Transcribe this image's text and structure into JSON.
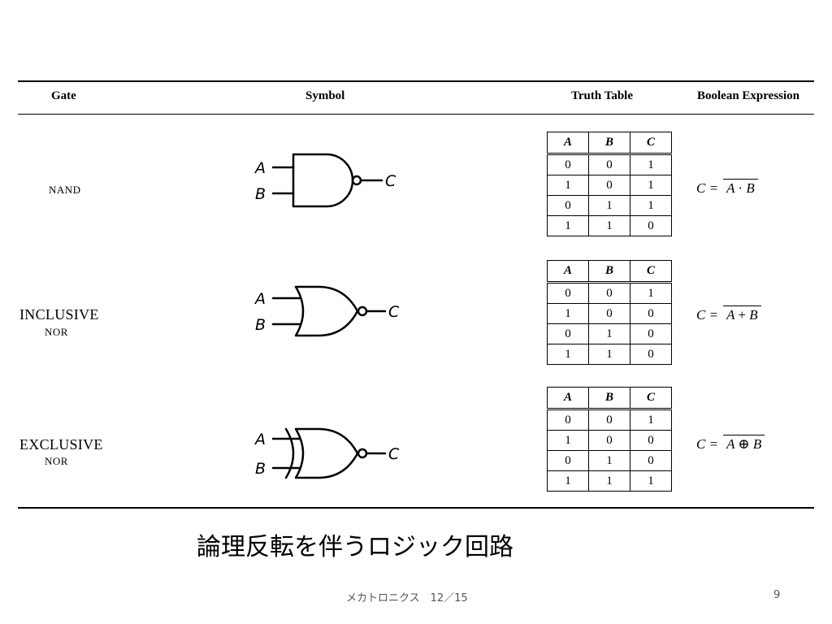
{
  "header": {
    "gate": "Gate",
    "symbol": "Symbol",
    "truth_table": "Truth Table",
    "boolean": "Boolean Expression"
  },
  "table_columns": [
    "A",
    "B",
    "C"
  ],
  "rows": [
    {
      "name_line1": "NAND",
      "name_line2": "",
      "input_a": "A",
      "input_b": "B",
      "output": "C",
      "truth": [
        [
          "0",
          "0",
          "1"
        ],
        [
          "1",
          "0",
          "1"
        ],
        [
          "0",
          "1",
          "1"
        ],
        [
          "1",
          "1",
          "0"
        ]
      ],
      "expr_lhs": "C =",
      "expr_op1": "A",
      "expr_sym": "·",
      "expr_op2": "B"
    },
    {
      "name_line1": "INCLUSIVE",
      "name_line2": "NOR",
      "input_a": "A",
      "input_b": "B",
      "output": "C",
      "truth": [
        [
          "0",
          "0",
          "1"
        ],
        [
          "1",
          "0",
          "0"
        ],
        [
          "0",
          "1",
          "0"
        ],
        [
          "1",
          "1",
          "0"
        ]
      ],
      "expr_lhs": "C =",
      "expr_op1": "A",
      "expr_sym": "+",
      "expr_op2": "B"
    },
    {
      "name_line1": "EXCLUSIVE",
      "name_line2": "NOR",
      "input_a": "A",
      "input_b": "B",
      "output": "C",
      "truth": [
        [
          "0",
          "0",
          "1"
        ],
        [
          "1",
          "0",
          "0"
        ],
        [
          "0",
          "1",
          "0"
        ],
        [
          "1",
          "1",
          "1"
        ]
      ],
      "expr_lhs": "C =",
      "expr_op1": "A",
      "expr_sym": "⊕",
      "expr_op2": "B"
    }
  ],
  "caption": "論理反転を伴うロジック回路",
  "footer": {
    "title": "メカトロニクス　12／15",
    "page": "9"
  }
}
